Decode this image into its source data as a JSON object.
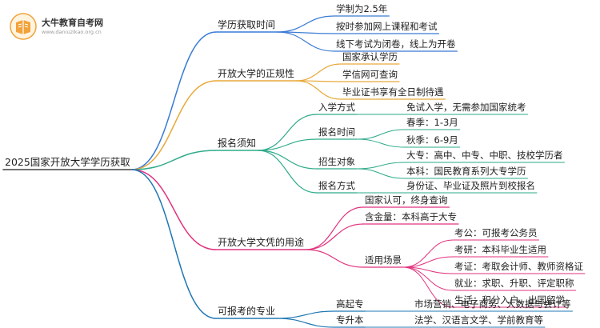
{
  "brand": {
    "name": "大牛教育自考网",
    "url": "www.daniuzikao.org.cn"
  },
  "root": "2025国家开放大学学历获取",
  "branches": [
    {
      "label": "学历获取时间",
      "color": "#3a7bd5",
      "children": [
        {
          "label": "学制为2.5年"
        },
        {
          "label": "按时参加网上课程和考试"
        },
        {
          "label": "线下考试为闭卷，线上为开卷"
        }
      ]
    },
    {
      "label": "开放大学的正规性",
      "color": "#e8a93a",
      "children": [
        {
          "label": "国家承认学历"
        },
        {
          "label": "学信网可查询"
        },
        {
          "label": "毕业证书享有全日制待遇"
        }
      ]
    },
    {
      "label": "报名须知",
      "color": "#2eaa8a",
      "children": [
        {
          "label": "入学方式",
          "children": [
            {
              "label": "免试入学，无需参加国家统考"
            }
          ]
        },
        {
          "label": "报名时间",
          "children": [
            {
              "label": "春季：1-3月"
            },
            {
              "label": "秋季：6-9月"
            }
          ]
        },
        {
          "label": "招生对象",
          "children": [
            {
              "label": "大专：高中、中专、中职、技校学历者"
            },
            {
              "label": "本科：国民教育系列大专学历"
            }
          ]
        },
        {
          "label": "报名方式",
          "children": [
            {
              "label": "身份证、毕业证及照片到校报名"
            }
          ]
        }
      ]
    },
    {
      "label": "开放大学文凭的用途",
      "color": "#e0337e",
      "children": [
        {
          "label": "国家认可，终身查询"
        },
        {
          "label": "含金量：本科高于大专"
        },
        {
          "label": "适用场景",
          "children": [
            {
              "label": "考公：可报考公务员"
            },
            {
              "label": "考研：本科毕业生适用"
            },
            {
              "label": "考证：考取会计师、教师资格证"
            },
            {
              "label": "就业：求职、升职、评定职称"
            },
            {
              "label": "生活：积分入户、出国留学"
            }
          ]
        }
      ]
    },
    {
      "label": "可报考的专业",
      "color": "#1f78b4",
      "children": [
        {
          "label": "高起专",
          "children": [
            {
              "label": "市场营销、电子商务、大数据与会计等"
            }
          ]
        },
        {
          "label": "专升本",
          "children": [
            {
              "label": "法学、汉语言文学、学前教育等"
            }
          ]
        }
      ]
    }
  ]
}
